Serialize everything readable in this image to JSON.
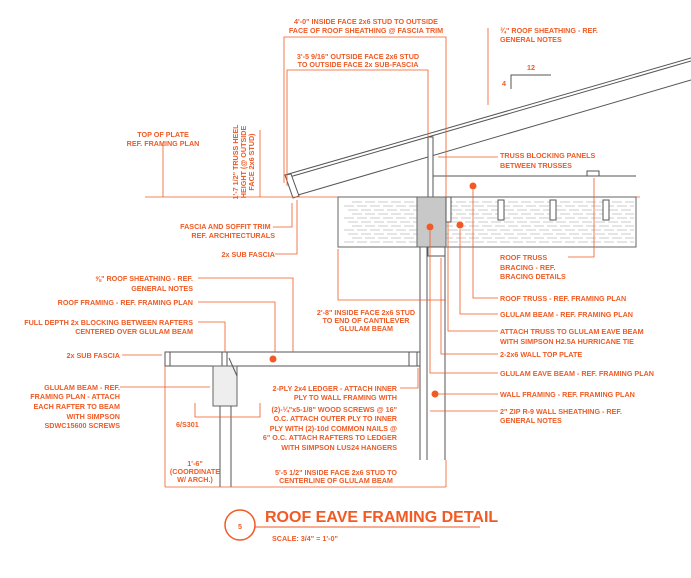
{
  "colors": {
    "accent": "#f15a24",
    "linework": "#555555"
  },
  "detail": {
    "number": "5",
    "title": "ROOF EAVE FRAMING DETAIL",
    "scale": "SCALE: 3/4\" = 1'-0\""
  },
  "slope": {
    "rise": "4",
    "run": "12"
  },
  "dims": {
    "top_outer": [
      "4'-0\" INSIDE FACE 2x6 STUD TO OUTSIDE",
      "FACE OF ROOF SHEATHING @ FASCIA TRIM"
    ],
    "top_inner": [
      "3'-5 9/16\" OUTSIDE FACE 2x6 STUD",
      "TO OUTSIDE FACE 2x SUB-FASCIA"
    ],
    "heel": [
      "1'-7 1/2\" TRUSS HEEL",
      "HEIGHT (@ OUTSIDE",
      "FACE 2x6 STUD)"
    ],
    "cantilever": [
      "2'-8\" INSIDE FACE 2x6 STUD",
      "TO END OF CANTILEVER",
      "GLULAM BEAM"
    ],
    "overhang": [
      "1'-6\"",
      "(COORDINATE",
      "W/ ARCH.)"
    ],
    "beam_center": [
      "5'-5 1/2\" INSIDE FACE 2x6 STUD TO",
      "CENTERLINE OF GLULAM BEAM"
    ]
  },
  "left_labels": {
    "top_of_plate": [
      "TOP OF PLATE",
      "REF. FRAMING PLAN"
    ],
    "fascia_trim": [
      "FASCIA AND SOFFIT TRIM -",
      "REF. ARCHITECTURALS"
    ],
    "sub_fascia_upper": "2x SUB FASCIA",
    "roof_sheathing": [
      "⅝\" ROOF SHEATHING - REF.",
      "GENERAL NOTES"
    ],
    "roof_framing": "ROOF FRAMING - REF. FRAMING PLAN",
    "blocking": [
      "FULL DEPTH 2x BLOCKING BETWEEN RAFTERS",
      "CENTERED OVER GLULAM BEAM"
    ],
    "sub_fascia_lower": "2x SUB FASCIA",
    "glulam": [
      "GLULAM BEAM - REF.",
      "FRAMING PLAN - ATTACH",
      "EACH RAFTER TO BEAM",
      "WITH SIMPSON",
      "SDWC15600 SCREWS"
    ],
    "section_ref": "6/S301",
    "ledger": [
      "2-PLY 2x4 LEDGER - ATTACH INNER",
      "PLY TO WALL FRAMING WITH",
      "(2)-¼\"x5-1/8\" WOOD SCREWS @ 16\"",
      "O.C. ATTACH OUTER PLY TO INNER",
      "PLY WITH (2)-10d COMMON NAILS @",
      "6\" O.C. ATTACH RAFTERS TO LEDGER",
      "WITH SIMPSON LUS24 HANGERS"
    ]
  },
  "right_labels": {
    "roof_sheathing": [
      "¾\" ROOF SHEATHING - REF.",
      "GENERAL NOTES"
    ],
    "blocking_panels": [
      "TRUSS BLOCKING PANELS",
      "BETWEEN TRUSSES"
    ],
    "truss_bracing": [
      "ROOF TRUSS",
      "BRACING - REF.",
      "BRACING DETAILS"
    ],
    "roof_truss": "ROOF TRUSS - REF. FRAMING PLAN",
    "glulam_beam": "GLULAM BEAM - REF. FRAMING PLAN",
    "hurricane_tie": [
      "ATTACH TRUSS TO GLULAM EAVE BEAM",
      "WITH SIMPSON H2.5A HURRICANE TIE"
    ],
    "top_plate": "2-2x6 WALL TOP PLATE",
    "eave_beam": "GLULAM EAVE BEAM - REF. FRAMING PLAN",
    "wall_framing": "WALL FRAMING - REF. FRAMING PLAN",
    "zip": [
      "2\" ZIP R-9 WALL SHEATHING - REF.",
      "GENERAL NOTES"
    ]
  }
}
